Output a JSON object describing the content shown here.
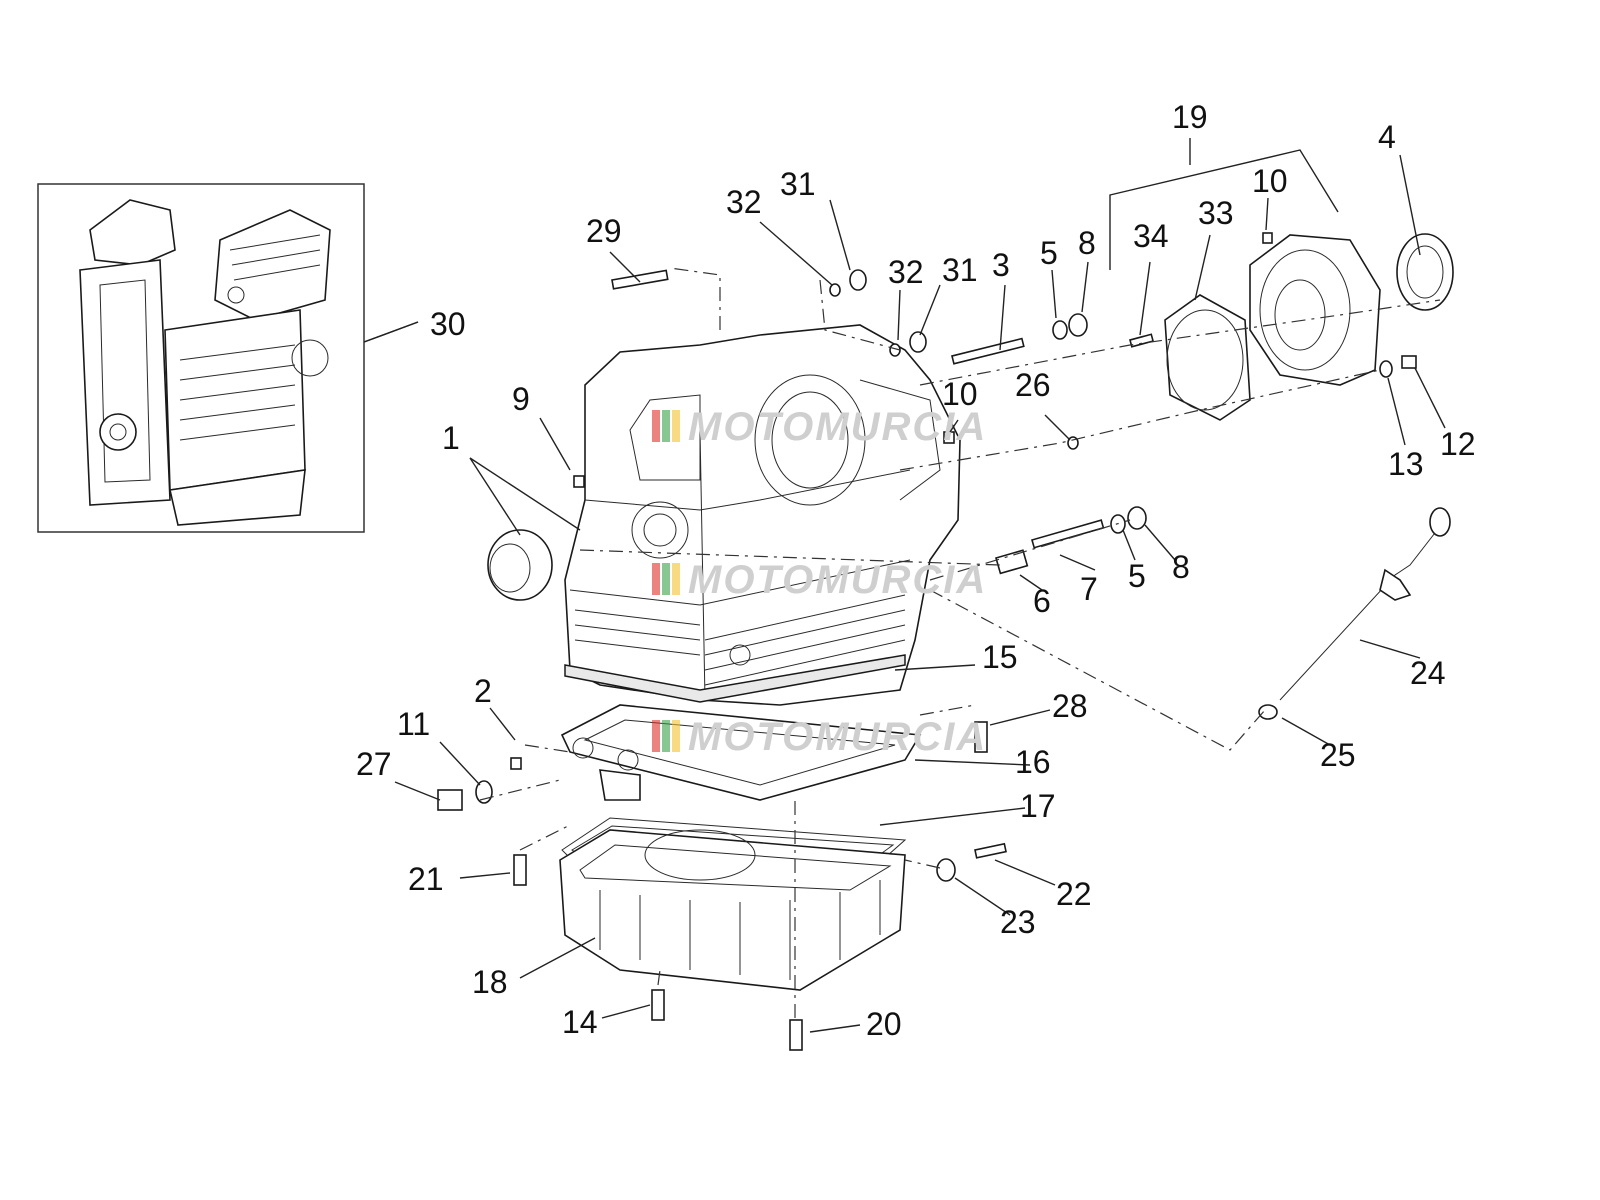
{
  "diagram": {
    "callouts": [
      "1",
      "2",
      "3",
      "4",
      "5",
      "5",
      "6",
      "7",
      "8",
      "8",
      "9",
      "10",
      "10",
      "11",
      "12",
      "13",
      "14",
      "15",
      "16",
      "17",
      "18",
      "19",
      "20",
      "21",
      "22",
      "23",
      "24",
      "25",
      "26",
      "27",
      "28",
      "29",
      "30",
      "31",
      "31",
      "32",
      "32",
      "33",
      "34"
    ],
    "inset_label": "30",
    "watermark": "MOTOMURCIA",
    "colors": {
      "line": "#1a1a1a",
      "background": "#ffffff",
      "watermark": "#cfcfcf",
      "logo_red": "#e0302a",
      "logo_green": "#3aa14a",
      "logo_yellow": "#f2c12e"
    }
  }
}
